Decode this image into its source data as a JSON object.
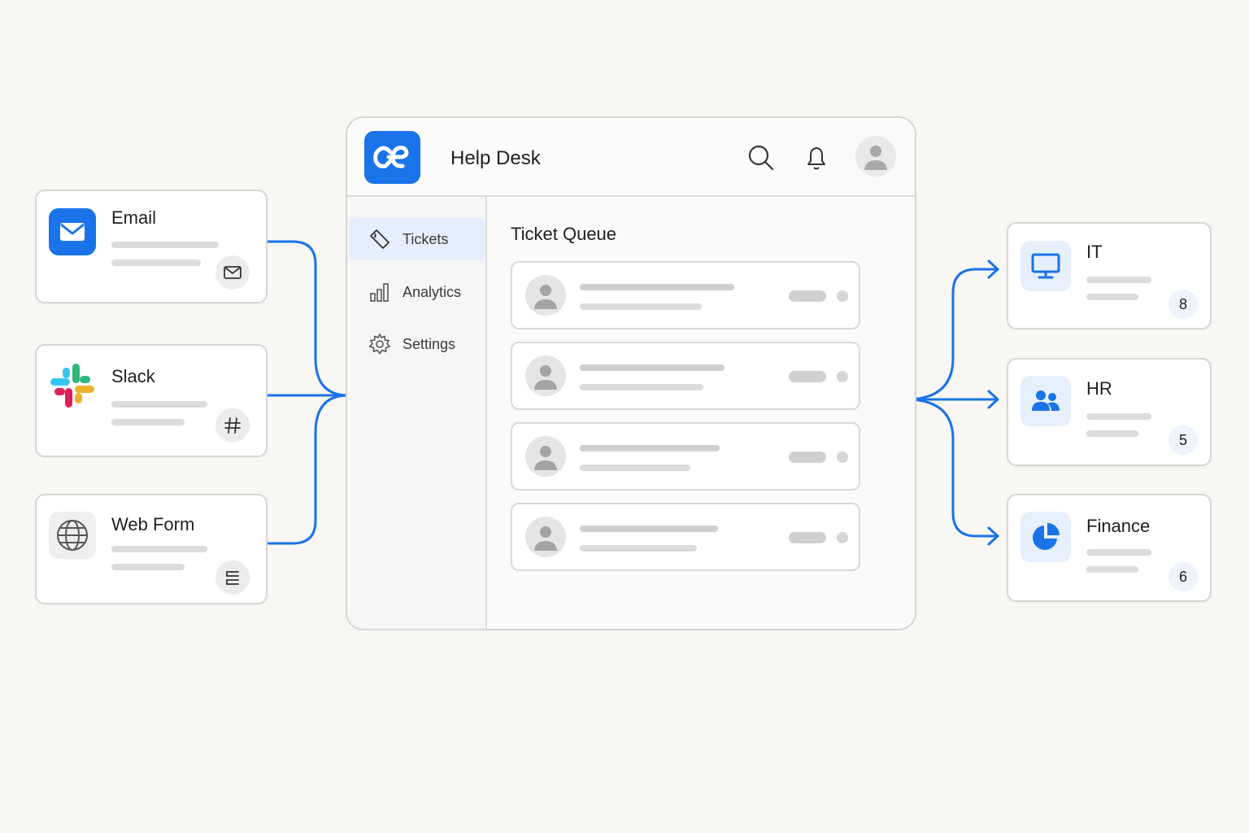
{
  "app": {
    "title": "Help Desk",
    "nav": [
      {
        "label": "Tickets",
        "icon": "ticket-icon",
        "active": true
      },
      {
        "label": "Analytics",
        "icon": "bar-chart-icon",
        "active": false
      },
      {
        "label": "Settings",
        "icon": "gear-icon",
        "active": false
      }
    ],
    "main_title": "Ticket Queue"
  },
  "sources": [
    {
      "label": "Email",
      "icon": "envelope-icon",
      "action_icon": "mail-icon"
    },
    {
      "label": "Slack",
      "icon": "slack-logo-icon",
      "action_icon": "hash-icon"
    },
    {
      "label": "Web Form",
      "icon": "globe-icon",
      "action_icon": "form-lines-icon"
    }
  ],
  "destinations": [
    {
      "label": "IT",
      "icon": "monitor-icon",
      "count": "8"
    },
    {
      "label": "HR",
      "icon": "people-icon",
      "count": "5"
    },
    {
      "label": "Finance",
      "icon": "pie-chart-icon",
      "count": "6"
    }
  ],
  "colors": {
    "accent": "#1a73e8",
    "background": "#f8f7f3",
    "slack_blue": "#36c5f0",
    "slack_green": "#2eb67d",
    "slack_red": "#e01e5a",
    "slack_yellow": "#ecb22e"
  }
}
